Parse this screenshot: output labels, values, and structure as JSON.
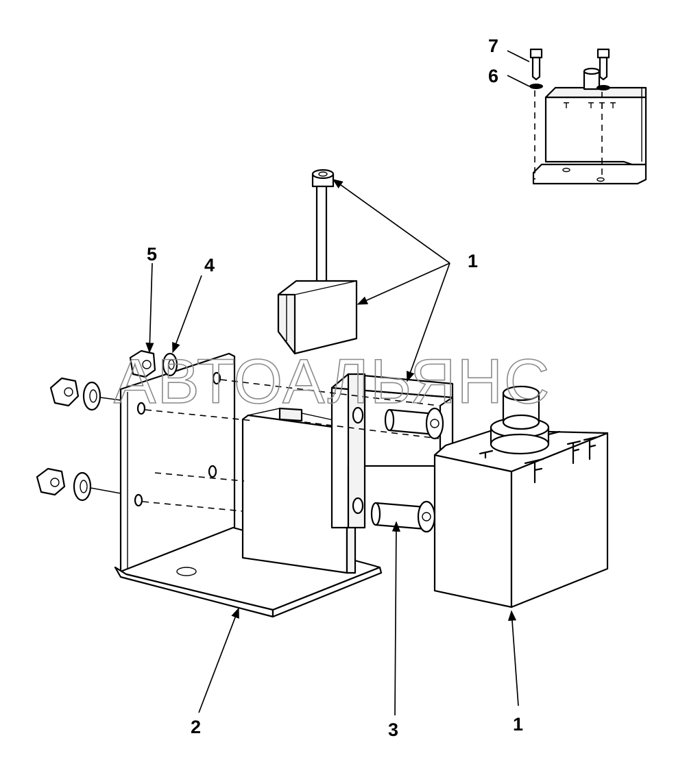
{
  "figure": {
    "callouts": {
      "c1_top": "1",
      "c1_bottom": "1",
      "c2": "2",
      "c3": "3",
      "c4": "4",
      "c5": "5",
      "c6": "6",
      "c7": "7"
    },
    "watermark": "АВТОАЛЬЯНС",
    "colors": {
      "line": "#000000",
      "background": "#ffffff",
      "watermark": "#8a8a8a"
    }
  }
}
